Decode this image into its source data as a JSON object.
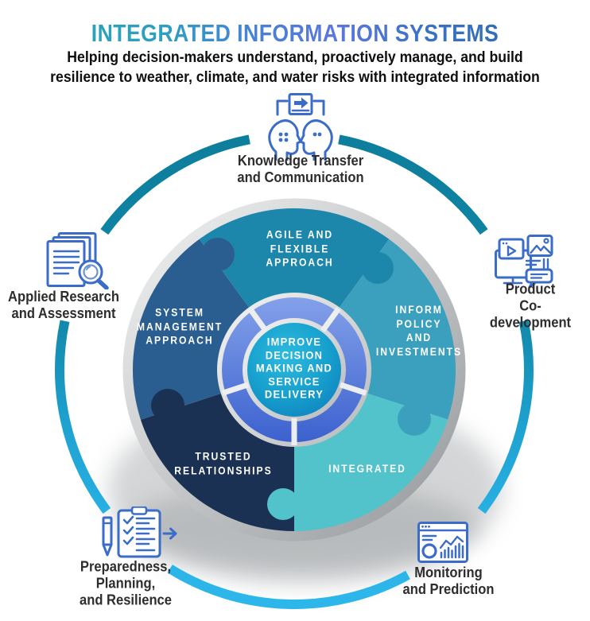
{
  "header": {
    "title": "INTEGRATED INFORMATION SYSTEMS",
    "subtitle": "Helping decision-makers understand, proactively manage, and build\nresilience to weather, climate, and water risks with integrated information"
  },
  "hub": {
    "label": "IMPROVE\nDECISION\nMAKING AND\nSERVICE\nDELIVERY"
  },
  "wedges": [
    {
      "id": "agile",
      "label": "AGILE AND\nFLEXIBLE\nAPPROACH",
      "color": "#1d87ab"
    },
    {
      "id": "inform",
      "label": "INFORM\nPOLICY\nAND\nINVESTMENTS",
      "color": "#3b9fbe"
    },
    {
      "id": "integrated",
      "label": "INTEGRATED",
      "color": "#52c3ca"
    },
    {
      "id": "trusted",
      "label": "TRUSTED\nRELATIONSHIPS",
      "color": "#1b3153"
    },
    {
      "id": "system",
      "label": "SYSTEM\nMANAGEMENT\nAPPROACH",
      "color": "#2b5e90"
    }
  ],
  "satellites": [
    {
      "id": "knowledge",
      "icon": "heads-knowledge-exchange-icon",
      "label": "Knowledge Transfer\nand Communication"
    },
    {
      "id": "product",
      "icon": "screens-media-icon",
      "label": "Product\nCo-development"
    },
    {
      "id": "monitoring",
      "icon": "dashboard-charts-icon",
      "label": "Monitoring\nand Prediction"
    },
    {
      "id": "preparedness",
      "icon": "checklist-pencil-arrow-icon",
      "label": "Preparedness,\nPlanning,\nand Resilience"
    },
    {
      "id": "research",
      "icon": "documents-magnifier-icon",
      "label": "Applied Research\nand Assessment"
    }
  ],
  "colors": {
    "ring_top_teal": "#0d7e9c",
    "ring_bottom_cyan": "#2cb6e9",
    "icon_stroke_blue": "#3a6cc8",
    "title_teal": "#29a4b5",
    "title_indigo": "#5b77e0",
    "title_blue": "#2d6bb1",
    "inner_ring_light_blue": "#85a2ea",
    "inner_ring_dark_blue": "#3a60ce",
    "hub_teal": "#17a0cd",
    "hub_deep_blue": "#0d7fbe",
    "rim_silver_light": "#f0f1f1",
    "rim_silver_dark": "#9a9da0",
    "label_text": "#2d2d2d"
  }
}
